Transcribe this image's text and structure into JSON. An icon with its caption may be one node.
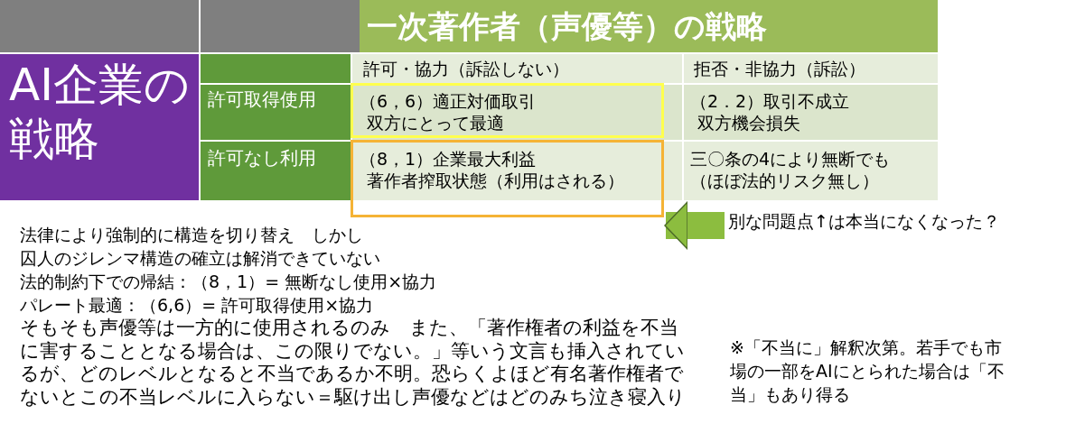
{
  "diagram": {
    "nodes": [
      {
        "text": [
          "別な問題点↑は本当になくなった？"
        ]
      },
      {
        "text": [],
        "shape": "box"
      }
    ],
    "edges": [
      {
        "from": 0,
        "to": 1,
        "arrow": "to"
      }
    ],
    "labels": [
      "一次著作者（声優等）の戦略",
      "AI企業の戦略",
      "許可・協力（訴訟しない）",
      "拒否・非協力（訴訟）",
      "許可取得使用",
      "（6，6）適正対価取引",
      "双方にとって最適",
      "（2．2）取引不成立",
      "双方機会損失",
      "許可なし利用",
      "（8，1）企業最大利益",
      "著作者搾取状態（利用はされる）",
      "三〇条の4により無断でも",
      "（ほぼ法的リスク無し）",
      "法律により強制的に構造を切り替え　しかし",
      "囚人のジレンマ構造の確立は解消できていない",
      "法的制約下での帰結：（8，1）= 無断なし使用×協力",
      "パレート最適：（6,6）= 許可取得使用×協力",
      "そもそも声優等は一方的に使用されるのみ　また、「著作権者の利益を不当に害することとなる場合は、この限りでない。」等いう文言も挿入されているが、どのレベルとなると不当であるか不明。恐らくよほど有名著作権者でないとこの不当レベルに入らない＝駆け出し声優などはどのみち泣き寝入り",
      "※「不当に」解釈次第。若手でも市場の一部をAIにとられた場合は「不当」もあり得る"
    ]
  }
}
